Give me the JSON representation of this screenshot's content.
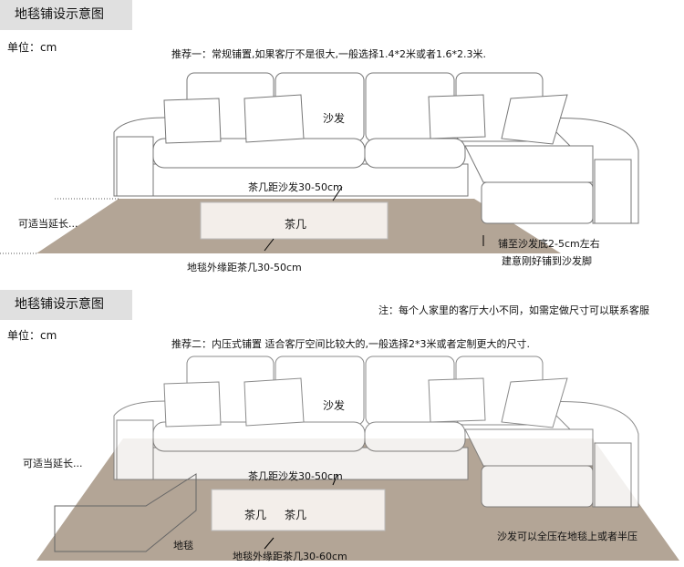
{
  "panel1": {
    "header": "地毯铺设示意图",
    "unit": "单位：cm",
    "recommendation": "推荐一：常规铺置,如果客厅不是很大,一般选择1.4*2米或者1.6*2.3米.",
    "sofa_label": "沙发",
    "table_label": "茶几",
    "table_to_sofa": "茶几距沙发30-50cm",
    "extend": "可适当延长...",
    "edge_to_table": "地毯外缘距茶几30-50cm",
    "under_sofa": "铺至沙发底2-5cm左右",
    "suggest": "建意刚好铺到沙发脚"
  },
  "panel2": {
    "header": "地毯铺设示意图",
    "unit": "单位：cm",
    "note": "注：每个人家里的客厅大小不同，如需定做尺寸可以联系客服",
    "recommendation": "推荐二：内压式铺置 适合客厅空间比较大的,一般选择2*3米或者定制更大的尺寸.",
    "sofa_label": "沙发",
    "table_label": "茶几",
    "table_label2": "茶几",
    "table_to_sofa": "茶几距沙发30-50cm",
    "extend": "可适当延长...",
    "carpet_label": "地毯",
    "edge_to_table": "地毯外缘距茶几30-60cm",
    "press": "沙发可以全压在地毯上或者半压"
  },
  "colors": {
    "carpet": "#b3a596",
    "header_bg": "#e0e0e0"
  }
}
